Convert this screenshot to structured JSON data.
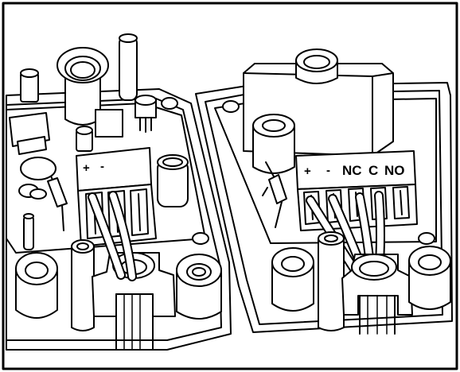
{
  "diagram": {
    "left_board": {
      "terminal_labels": [
        "+",
        "-"
      ]
    },
    "right_board": {
      "terminal_labels": [
        "+",
        "-",
        "NC",
        "C",
        "NO"
      ]
    }
  }
}
